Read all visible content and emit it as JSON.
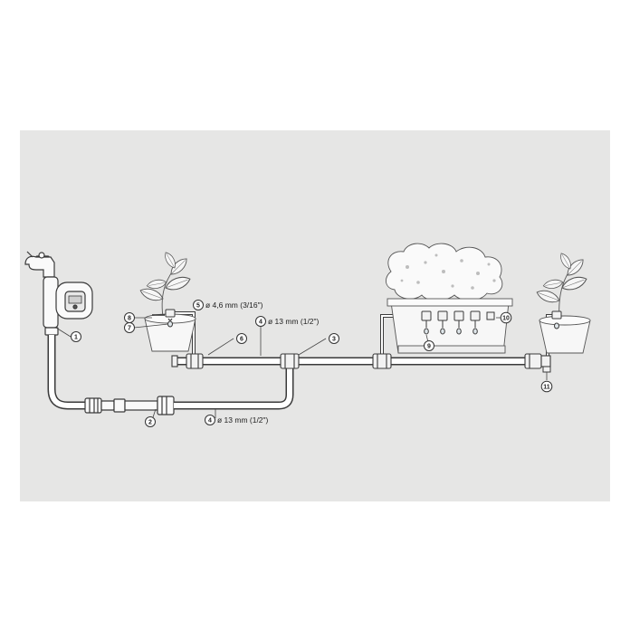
{
  "colors": {
    "panel": "#e6e6e5",
    "line": "#3a3a3a",
    "pipe": "#ffffff",
    "plant": "#f4f4f4"
  },
  "labels": {
    "pipe_small": "ø 4,6 mm (3/16\")",
    "pipe_main_top": "ø 13 mm (1/2\")",
    "pipe_main_bottom": "ø 13 mm (1/2\")"
  },
  "callouts": [
    {
      "id": "c1",
      "number": "1"
    },
    {
      "id": "c2",
      "number": "2"
    },
    {
      "id": "c3",
      "number": "3"
    },
    {
      "id": "c4a",
      "number": "4"
    },
    {
      "id": "c4b",
      "number": "4"
    },
    {
      "id": "c5",
      "number": "5"
    },
    {
      "id": "c6",
      "number": "6"
    },
    {
      "id": "c7",
      "number": "7"
    },
    {
      "id": "c8",
      "number": "8"
    },
    {
      "id": "c9",
      "number": "9"
    },
    {
      "id": "c10",
      "number": "10"
    },
    {
      "id": "c11",
      "number": "11"
    }
  ]
}
